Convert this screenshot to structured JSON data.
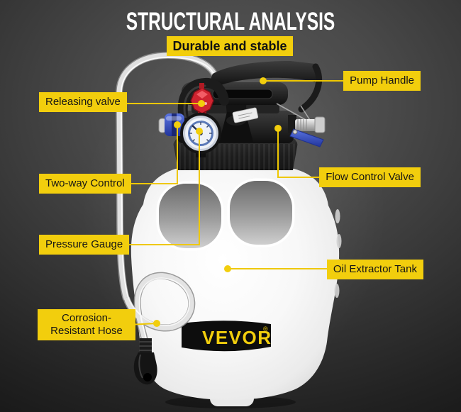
{
  "header": {
    "title": "STRUCTURAL ANALYSIS",
    "subtitle": "Durable and stable"
  },
  "callouts": {
    "pump_handle": "Pump Handle",
    "releasing_valve": "Releasing valve",
    "two_way_control": "Two-way Control",
    "flow_control_valve": "Flow Control Valve",
    "pressure_gauge": "Pressure Gauge",
    "oil_extractor_tank": "Oil Extractor Tank",
    "corrosion_resistant_hose": "Corrosion-Resistant Hose"
  },
  "logo": {
    "brand": "VEVOR",
    "registered_mark": "®"
  },
  "colors": {
    "accent_yellow": "#F2CE0D",
    "callout_line_yellow": "#EFC800",
    "background_dark": "#1a1a1a",
    "title_white": "#ffffff",
    "tank_white": "#f7f7f7",
    "valve_red": "#cf2430",
    "connector_blue": "#3a56cc"
  }
}
